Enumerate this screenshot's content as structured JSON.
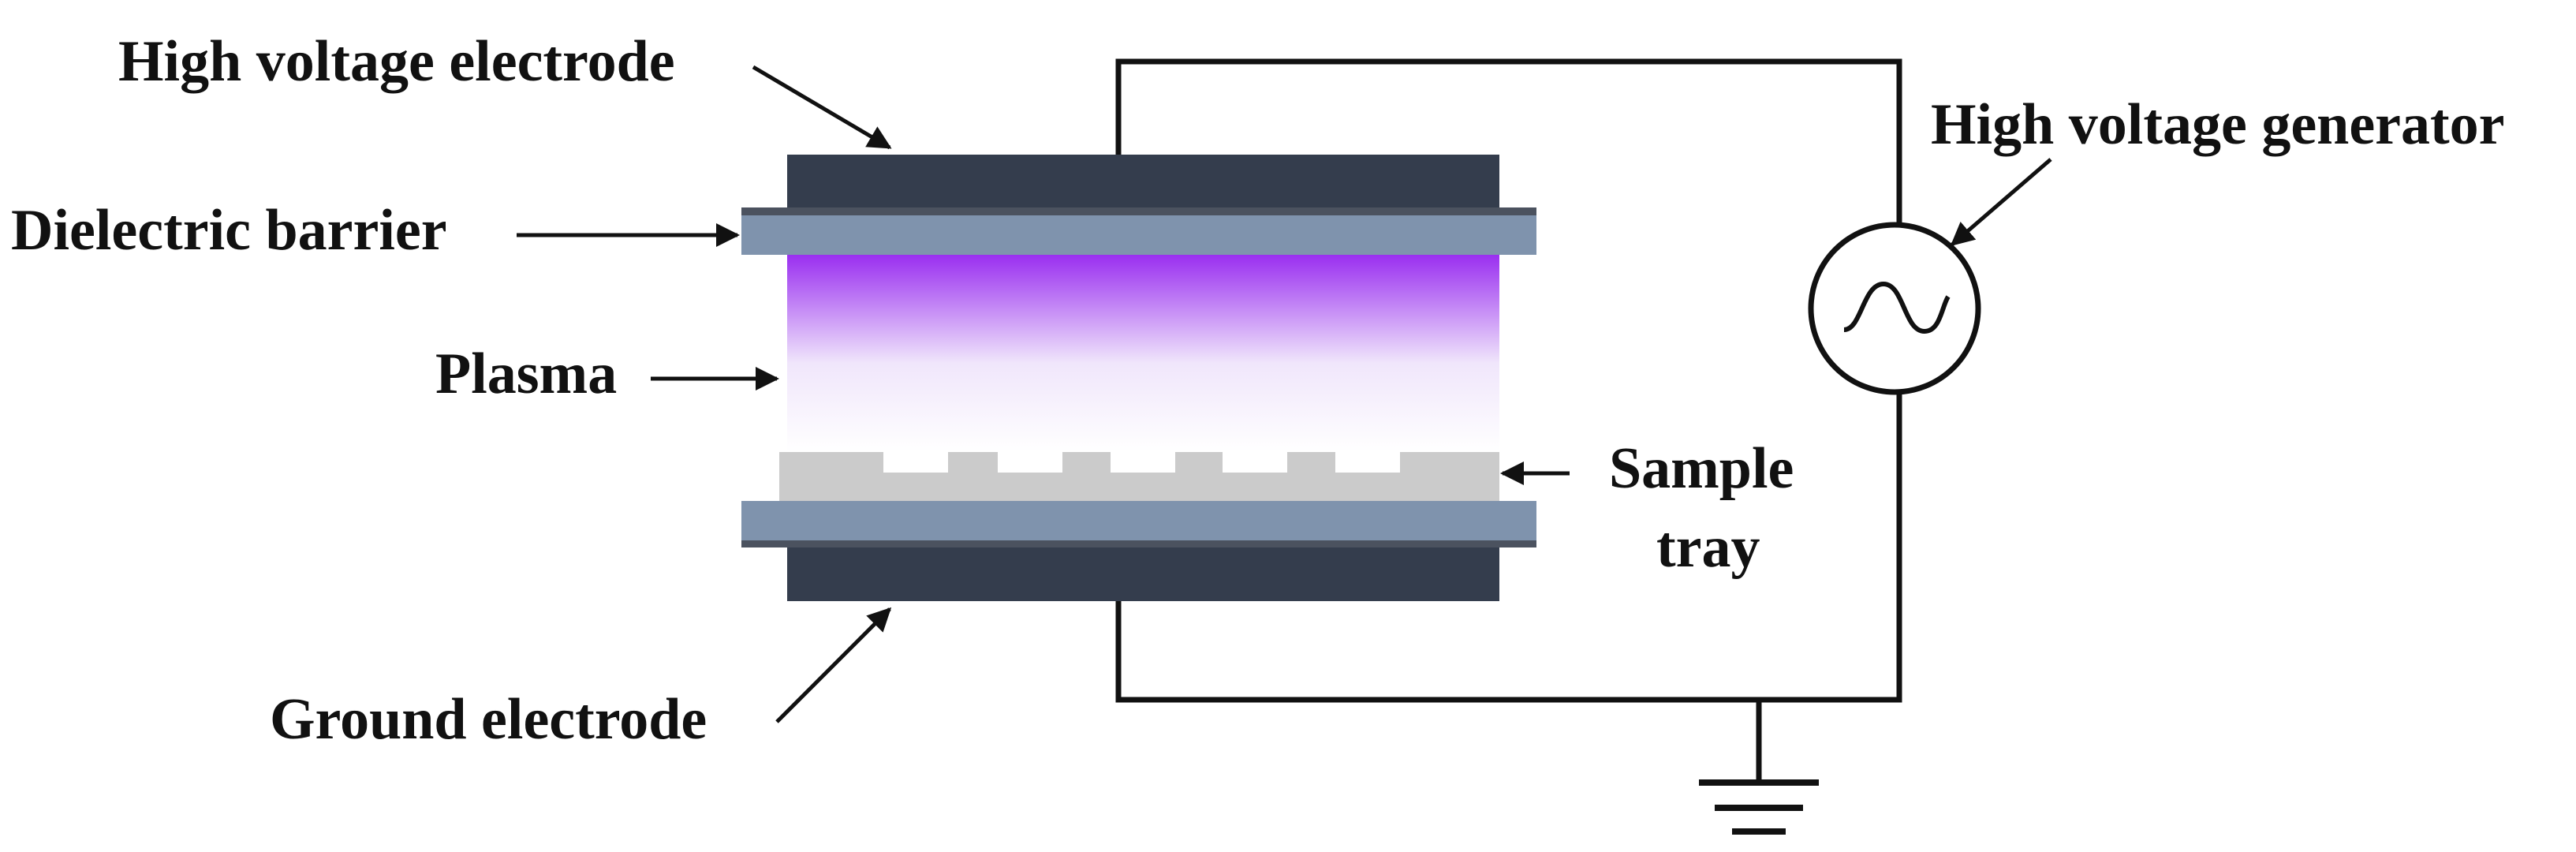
{
  "labels": {
    "high_voltage_electrode": "High voltage electrode",
    "dielectric_barrier": "Dielectric barrier",
    "plasma": "Plasma",
    "sample_line1": "Sample",
    "sample_line2": "tray",
    "ground_electrode": "Ground electrode",
    "generator": "High voltage generator"
  },
  "colors": {
    "electrode": "#343d4d",
    "dielectric": "#7f93ad",
    "plasma_top": "#9a2ff0",
    "plasma_bottom": "#ffffff",
    "tray": "#cbcbcb",
    "wire": "#111111"
  },
  "icons": [
    "ac-source-icon",
    "ground-symbol-icon",
    "arrow-icon"
  ]
}
